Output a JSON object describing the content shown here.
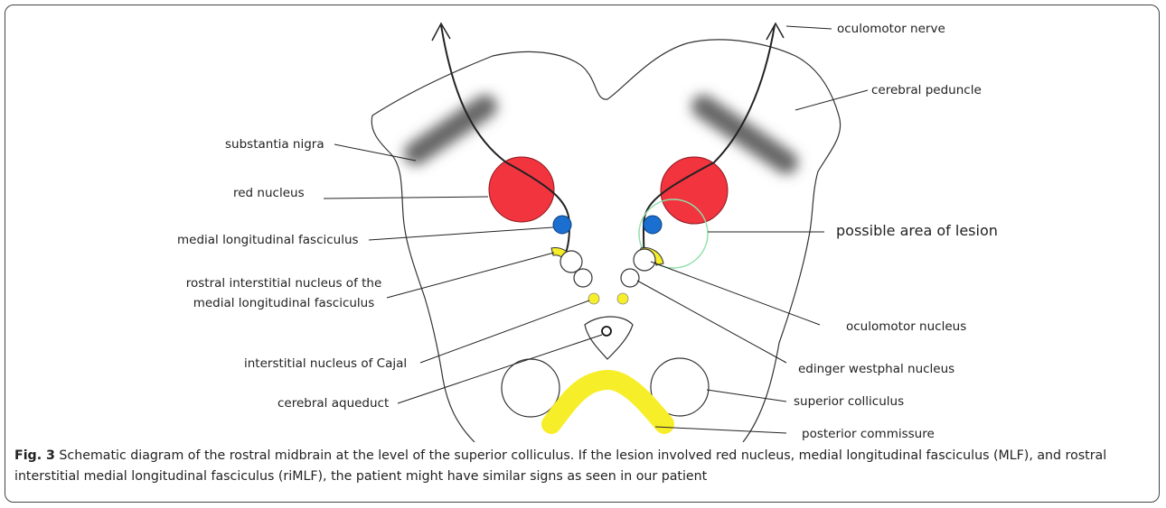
{
  "labels": {
    "oculomotor_nerve": "oculomotor nerve",
    "cerebral_peduncle": "cerebral peduncle",
    "substantia_nigra": "substantia nigra",
    "red_nucleus": "red nucleus",
    "mlf": "medial longitudinal fasciculus",
    "possible_lesion": "possible area of lesion",
    "riMLF_line1": "rostral interstitial nucleus of the",
    "riMLF_line2": "medial longitudinal fasciculus",
    "oculomotor_nucleus": "oculomotor nucleus",
    "interstitial_nucleus_cajal": "interstitial nucleus of Cajal",
    "edinger_westphal": "edinger westphal nucleus",
    "cerebral_aqueduct": "cerebral aqueduct",
    "superior_colliculus": "superior colliculus",
    "posterior_commissure": "posterior commissure"
  },
  "caption": {
    "prefix": "Fig. 3",
    "text": " Schematic diagram of the rostral midbrain at the level of the superior colliculus. If the lesion involved red nucleus, medial longitudinal fasciculus (MLF), and rostral interstitial medial longitudinal fasciculus (riMLF), the patient might have similar signs as seen in our patient"
  },
  "colors": {
    "red_nucleus": "#f2343f",
    "mlf": "#1a6fd0",
    "yellow_structures": "#f7ee2a",
    "lesion_circle": "#8fe0a8",
    "substantia_nigra": "#666666",
    "outline": "#333333"
  }
}
